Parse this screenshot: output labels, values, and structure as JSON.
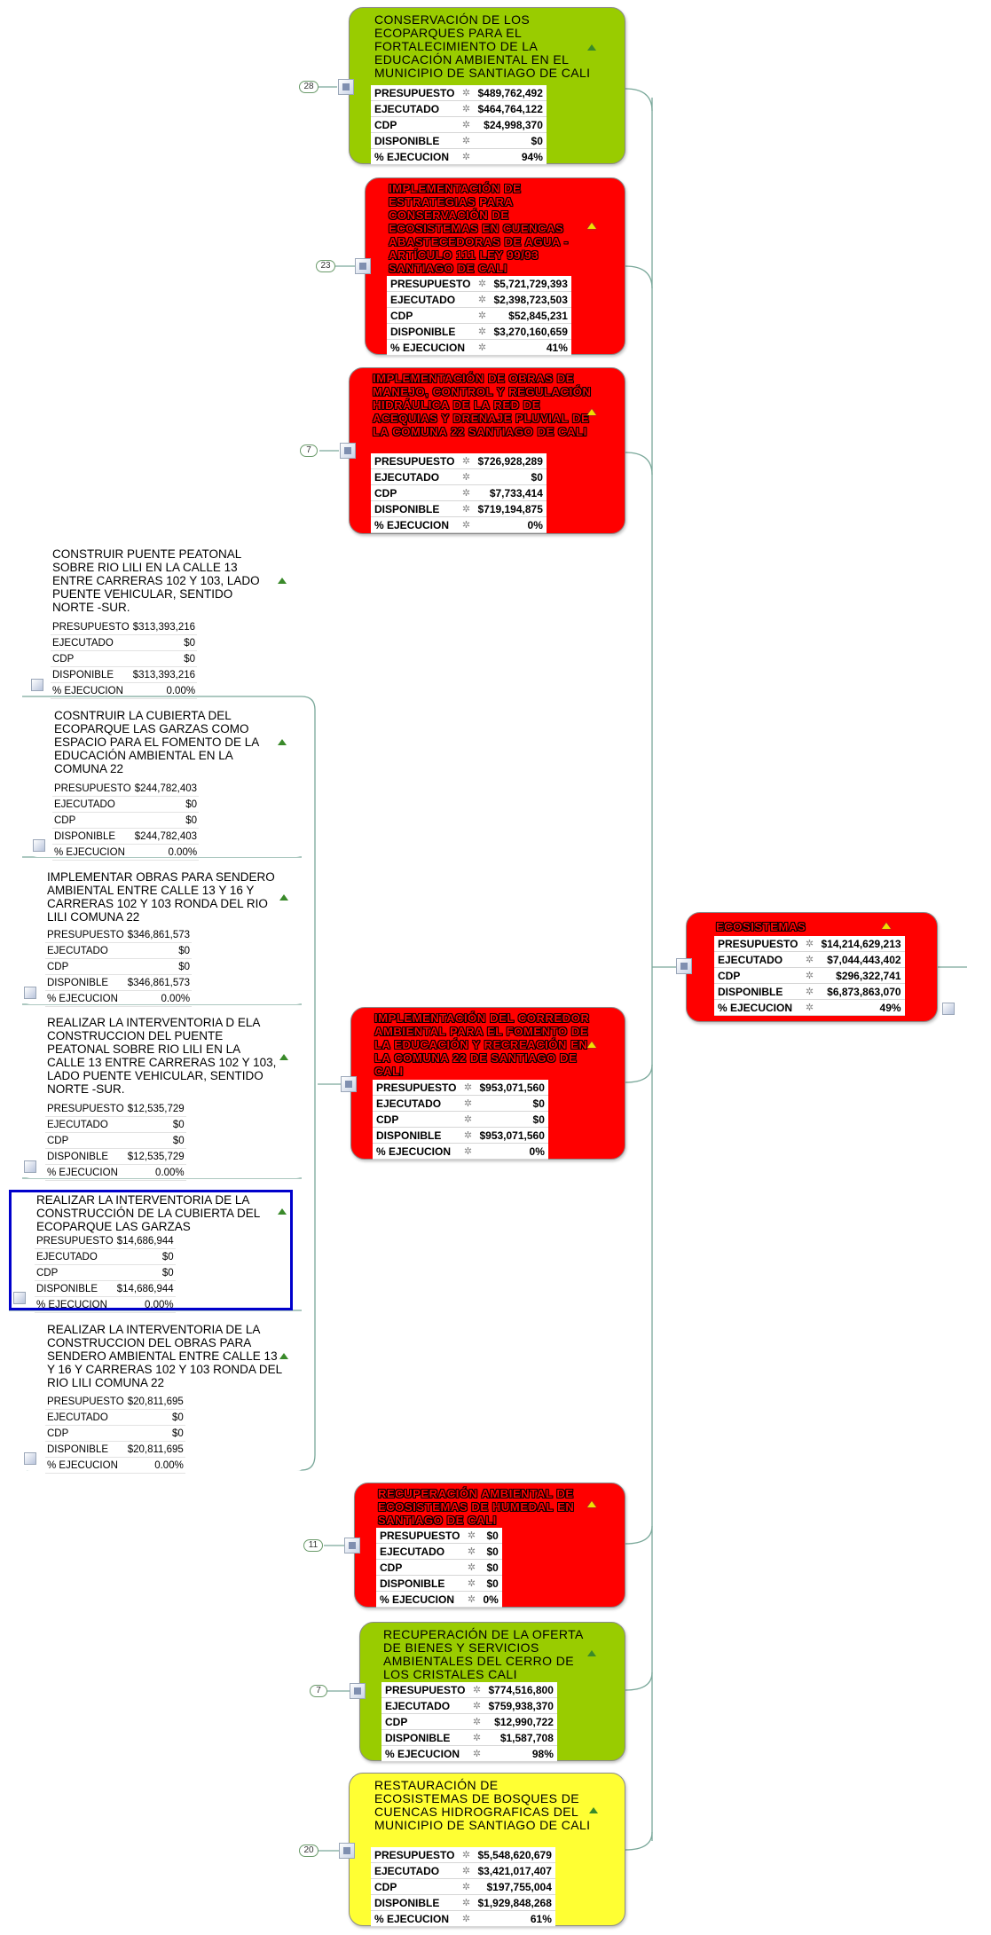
{
  "colors": {
    "green": "#99cc00",
    "red": "#ff0000",
    "yellow": "#ffff33",
    "selection": "#0000cc",
    "connector": "#7aa89a"
  },
  "root": {
    "title": "ECOSISTEMAS",
    "rows": [
      {
        "label": "PRESUPUESTO",
        "value": "$14,214,629,213"
      },
      {
        "label": "EJECUTADO",
        "value": "$7,044,443,402"
      },
      {
        "label": "CDP",
        "value": "$296,322,741"
      },
      {
        "label": "DISPONIBLE",
        "value": "$6,873,863,070"
      },
      {
        "label": "% EJECUCION",
        "value": "49%"
      }
    ]
  },
  "nodes": [
    {
      "badge": "28",
      "title": "Conservación de los ecoparques para el fortalecimiento de la educación ambiental en el municipio de Santiago de Cali",
      "color": "green",
      "rows": [
        {
          "label": "PRESUPUESTO",
          "value": "$489,762,492"
        },
        {
          "label": "EJECUTADO",
          "value": "$464,764,122"
        },
        {
          "label": "CDP",
          "value": "$24,998,370"
        },
        {
          "label": "DISPONIBLE",
          "value": "$0"
        },
        {
          "label": "% EJECUCION",
          "value": "94%"
        }
      ]
    },
    {
      "badge": "23",
      "title": "Implementación de estrategias para conservación de ecosistemas en cuencas abastecedoras de agua - artículo 111 ley 99/93 Santiago de Cali",
      "color": "red",
      "rows": [
        {
          "label": "PRESUPUESTO",
          "value": "$5,721,729,393"
        },
        {
          "label": "EJECUTADO",
          "value": "$2,398,723,503"
        },
        {
          "label": "CDP",
          "value": "$52,845,231"
        },
        {
          "label": "DISPONIBLE",
          "value": "$3,270,160,659"
        },
        {
          "label": "% EJECUCION",
          "value": "41%"
        }
      ]
    },
    {
      "badge": "7",
      "title": "Implementación de obras de manejo, control y regulación hidráulica de la red de acequias y drenaje pluvial de la comuna 22 Santiago de Cali",
      "color": "red",
      "rows": [
        {
          "label": "PRESUPUESTO",
          "value": "$726,928,289"
        },
        {
          "label": "EJECUTADO",
          "value": "$0"
        },
        {
          "label": "CDP",
          "value": "$7,733,414"
        },
        {
          "label": "DISPONIBLE",
          "value": "$719,194,875"
        },
        {
          "label": "% EJECUCION",
          "value": "0%"
        }
      ]
    },
    {
      "badge": "",
      "title": "Implementación del corredor ambiental para el fomento de la educación y recreación en la comuna 22 de Santiago de Cali",
      "color": "red",
      "rows": [
        {
          "label": "PRESUPUESTO",
          "value": "$953,071,560"
        },
        {
          "label": "EJECUTADO",
          "value": "$0"
        },
        {
          "label": "CDP",
          "value": "$0"
        },
        {
          "label": "DISPONIBLE",
          "value": "$953,071,560"
        },
        {
          "label": "% EJECUCION",
          "value": "0%"
        }
      ]
    },
    {
      "badge": "11",
      "title": "Recuperación ambiental de ecosistemas de humedal en Santiago de Cali",
      "color": "red",
      "rows": [
        {
          "label": "PRESUPUESTO",
          "value": "$0"
        },
        {
          "label": "EJECUTADO",
          "value": "$0"
        },
        {
          "label": "CDP",
          "value": "$0"
        },
        {
          "label": "DISPONIBLE",
          "value": "$0"
        },
        {
          "label": "% EJECUCION",
          "value": "0%"
        }
      ]
    },
    {
      "badge": "7",
      "title": "Recuperación de la oferta de bienes y servicios ambientales del cerro de los cristales Cali",
      "color": "green",
      "rows": [
        {
          "label": "PRESUPUESTO",
          "value": "$774,516,800"
        },
        {
          "label": "EJECUTADO",
          "value": "$759,938,370"
        },
        {
          "label": "CDP",
          "value": "$12,990,722"
        },
        {
          "label": "DISPONIBLE",
          "value": "$1,587,708"
        },
        {
          "label": "% EJECUCION",
          "value": "98%"
        }
      ]
    },
    {
      "badge": "20",
      "title": "Restauración de ecosistemas de bosques de cuencas hidrograficas del municipio de Santiago de Cali",
      "color": "yellow",
      "rows": [
        {
          "label": "PRESUPUESTO",
          "value": "$5,548,620,679"
        },
        {
          "label": "EJECUTADO",
          "value": "$3,421,017,407"
        },
        {
          "label": "CDP",
          "value": "$197,755,004"
        },
        {
          "label": "DISPONIBLE",
          "value": "$1,929,848,268"
        },
        {
          "label": "% EJECUCION",
          "value": "61%"
        }
      ]
    }
  ],
  "subnodes": [
    {
      "title": "Construir puente peatonal sobre rio Lili en la calle 13 entre carreras 102 y 103, lado puente vehicular, sentido norte -sur.",
      "rows": [
        {
          "label": "PRESUPUESTO",
          "value": "$313,393,216"
        },
        {
          "label": "EJECUTADO",
          "value": "$0"
        },
        {
          "label": "CDP",
          "value": "$0"
        },
        {
          "label": "DISPONIBLE",
          "value": "$313,393,216"
        },
        {
          "label": "% EJECUCION",
          "value": "0.00%"
        }
      ]
    },
    {
      "title": "Cosntruir la cubierta del ecoparque las garzas como espacio para el fomento de la educación ambiental en la comuna 22",
      "rows": [
        {
          "label": "PRESUPUESTO",
          "value": "$244,782,403"
        },
        {
          "label": "EJECUTADO",
          "value": "$0"
        },
        {
          "label": "CDP",
          "value": "$0"
        },
        {
          "label": "DISPONIBLE",
          "value": "$244,782,403"
        },
        {
          "label": "% EJECUCION",
          "value": "0.00%"
        }
      ]
    },
    {
      "title": "Implementar obras para sendero ambiental entre calle 13 y 16 y carreras 102 y 103 ronda del rio Lili comuna 22",
      "rows": [
        {
          "label": "PRESUPUESTO",
          "value": "$346,861,573"
        },
        {
          "label": "EJECUTADO",
          "value": "$0"
        },
        {
          "label": "CDP",
          "value": "$0"
        },
        {
          "label": "DISPONIBLE",
          "value": "$346,861,573"
        },
        {
          "label": "% EJECUCION",
          "value": "0.00%"
        }
      ]
    },
    {
      "title": "Realizar la interventoria d ela construccion del puente peatonal sobre rio Lili en la calle 13 entre carreras 102 y 103, lado puente vehicular, sentido norte -sur.",
      "rows": [
        {
          "label": "PRESUPUESTO",
          "value": "$12,535,729"
        },
        {
          "label": "EJECUTADO",
          "value": "$0"
        },
        {
          "label": "CDP",
          "value": "$0"
        },
        {
          "label": "DISPONIBLE",
          "value": "$12,535,729"
        },
        {
          "label": "% EJECUCION",
          "value": "0.00%"
        }
      ]
    },
    {
      "title": "Realizar la interventoria de la construcción de la cubierta del ecoparque las garzas",
      "rows": [
        {
          "label": "PRESUPUESTO",
          "value": "$14,686,944"
        },
        {
          "label": "EJECUTADO",
          "value": "$0"
        },
        {
          "label": "CDP",
          "value": "$0"
        },
        {
          "label": "DISPONIBLE",
          "value": "$14,686,944"
        },
        {
          "label": "% EJECUCION",
          "value": "0.00%"
        }
      ]
    },
    {
      "title": "Realizar la interventoria de la construccion del obras para sendero ambiental entre calle 13 y 16 y carreras 102 y 103 ronda del rio Lili comuna 22",
      "rows": [
        {
          "label": "PRESUPUESTO",
          "value": "$20,811,695"
        },
        {
          "label": "EJECUTADO",
          "value": "$0"
        },
        {
          "label": "CDP",
          "value": "$0"
        },
        {
          "label": "DISPONIBLE",
          "value": "$20,811,695"
        },
        {
          "label": "% EJECUCION",
          "value": "0.00%"
        }
      ]
    }
  ]
}
